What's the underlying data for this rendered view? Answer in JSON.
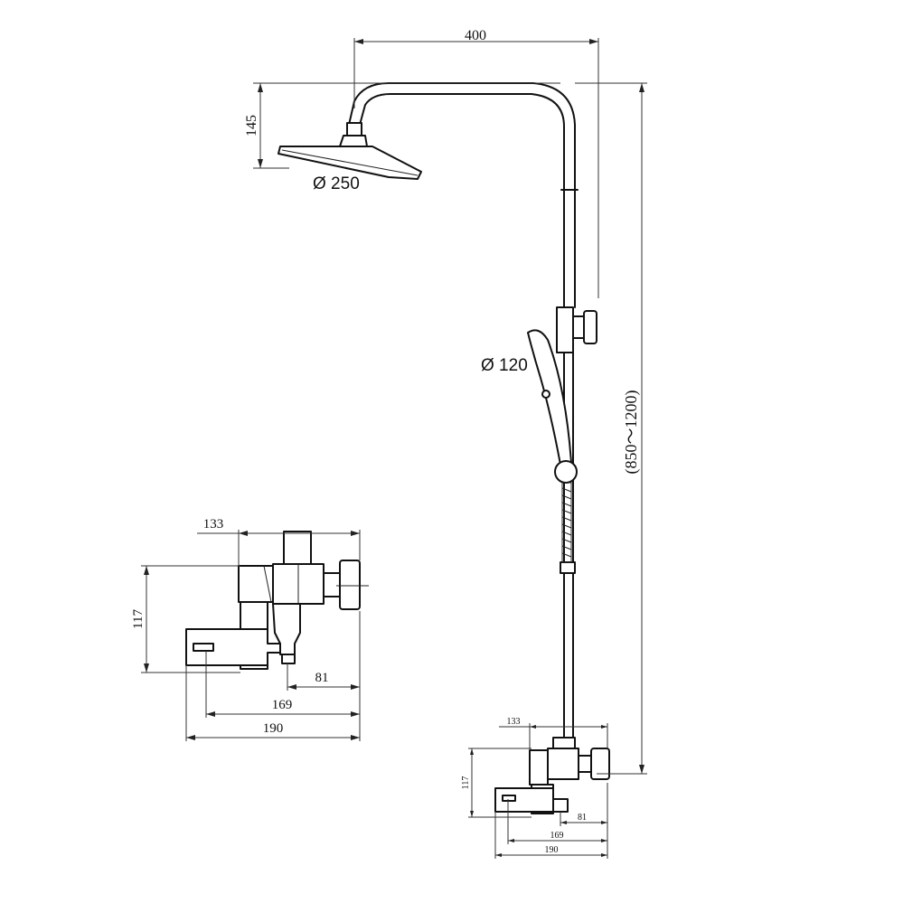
{
  "overall": {
    "arm_length": "400",
    "head_drop": "145",
    "head_diameter": "Ø 250",
    "hand_diameter": "Ø 120",
    "height_range": "(850～1200)"
  },
  "detail_large": {
    "width_top": "133",
    "height_left": "117",
    "dim_81": "81",
    "dim_169": "169",
    "dim_190": "190"
  },
  "detail_small": {
    "width_top": "133",
    "height_left": "117",
    "dim_81": "81",
    "dim_169": "169",
    "dim_190": "190"
  }
}
